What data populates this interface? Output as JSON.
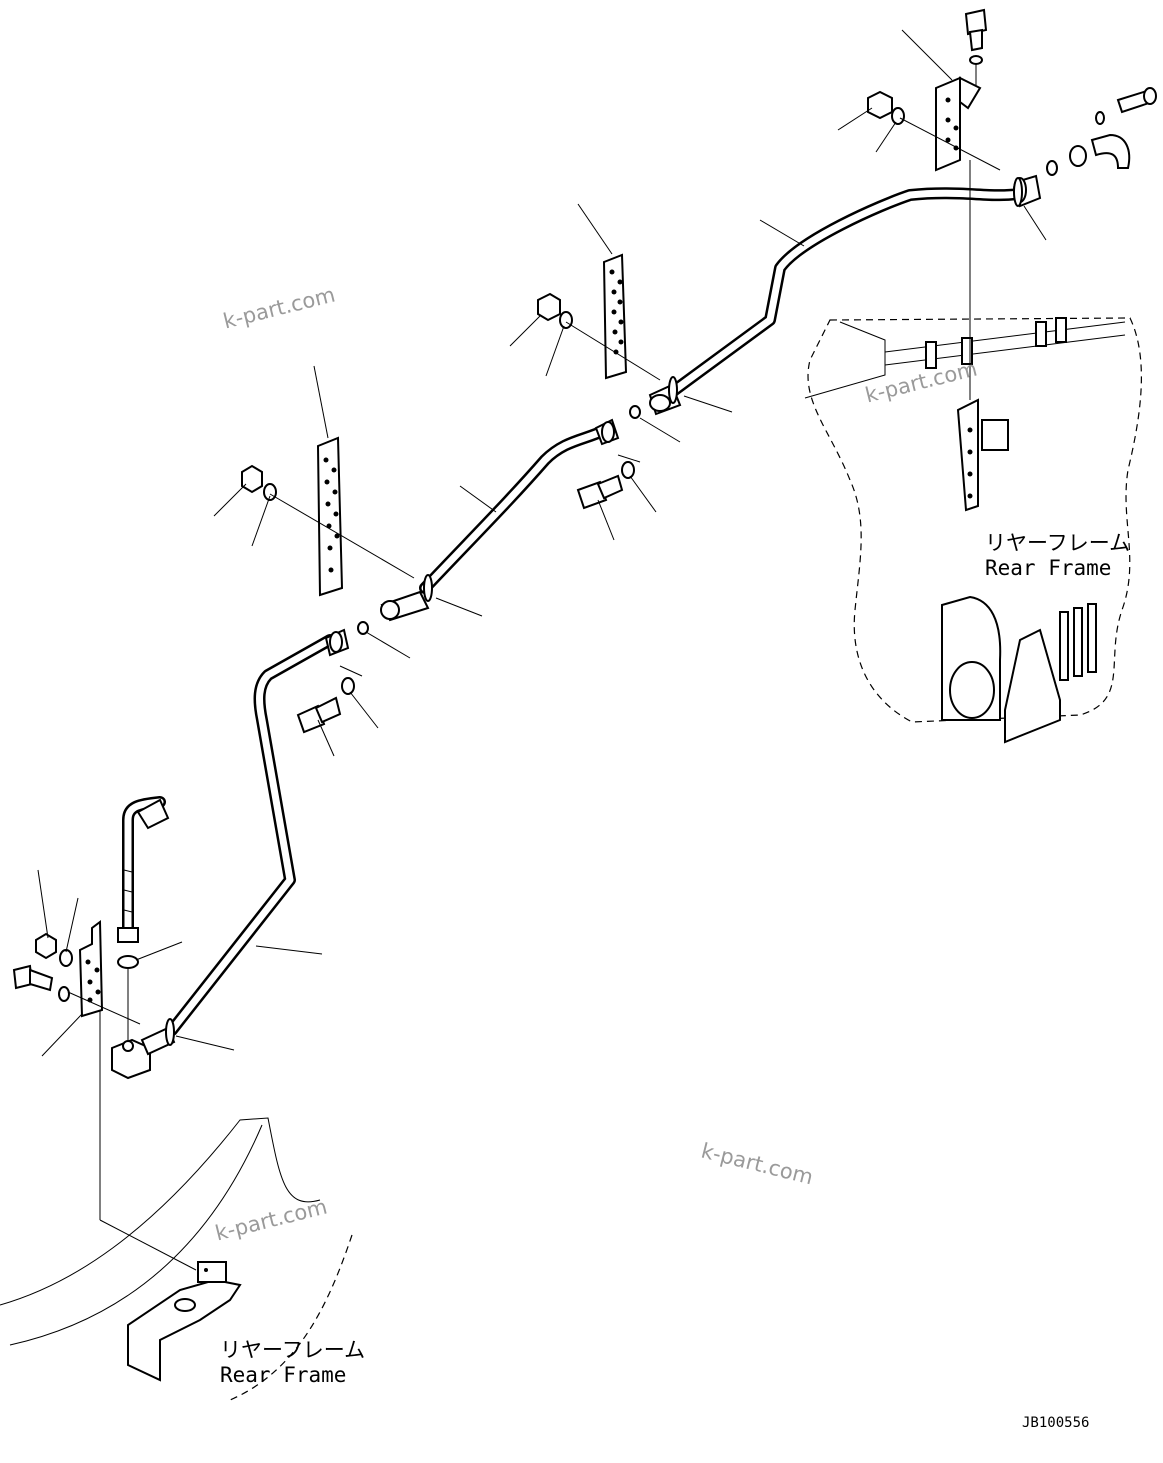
{
  "labels": {
    "rear_frame_right_jp": "リヤーフレーム",
    "rear_frame_right_en": "Rear Frame",
    "rear_frame_left_jp": "リヤーフレーム",
    "rear_frame_left_en": "Rear Frame"
  },
  "watermarks": [
    "k-part.com",
    "k-part.com",
    "k-part.com",
    "k-part.com"
  ],
  "drawing_code": "JB100556"
}
